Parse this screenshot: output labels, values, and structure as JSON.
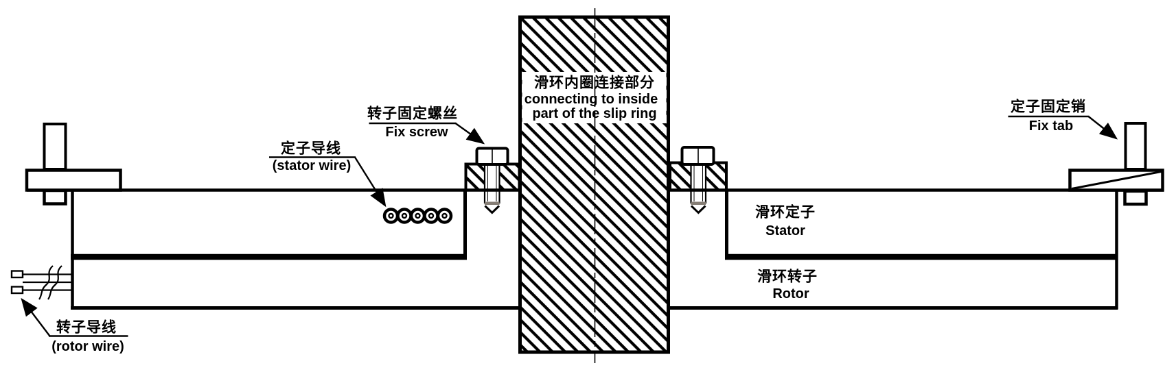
{
  "colors": {
    "ink": "#000000",
    "paper": "#ffffff",
    "thread_shadow": "#867e76"
  },
  "labels": {
    "fix_screw": {
      "zh": "转子固定螺丝",
      "en": "Fix screw"
    },
    "stator_wire": {
      "zh": "定子导线",
      "en": "(stator wire)"
    },
    "rotor_wire": {
      "zh": "转子导线",
      "en": "(rotor wire)"
    },
    "fix_tab": {
      "zh": "定子固定销",
      "en": "Fix tab"
    },
    "stator": {
      "zh": "滑环定子",
      "en": "Stator"
    },
    "rotor": {
      "zh": "滑环转子",
      "en": "Rotor"
    },
    "inner_ring": {
      "zh": "滑环内圈连接部分",
      "en_line1": "connecting to inside",
      "en_line2": "part of the slip ring"
    }
  }
}
